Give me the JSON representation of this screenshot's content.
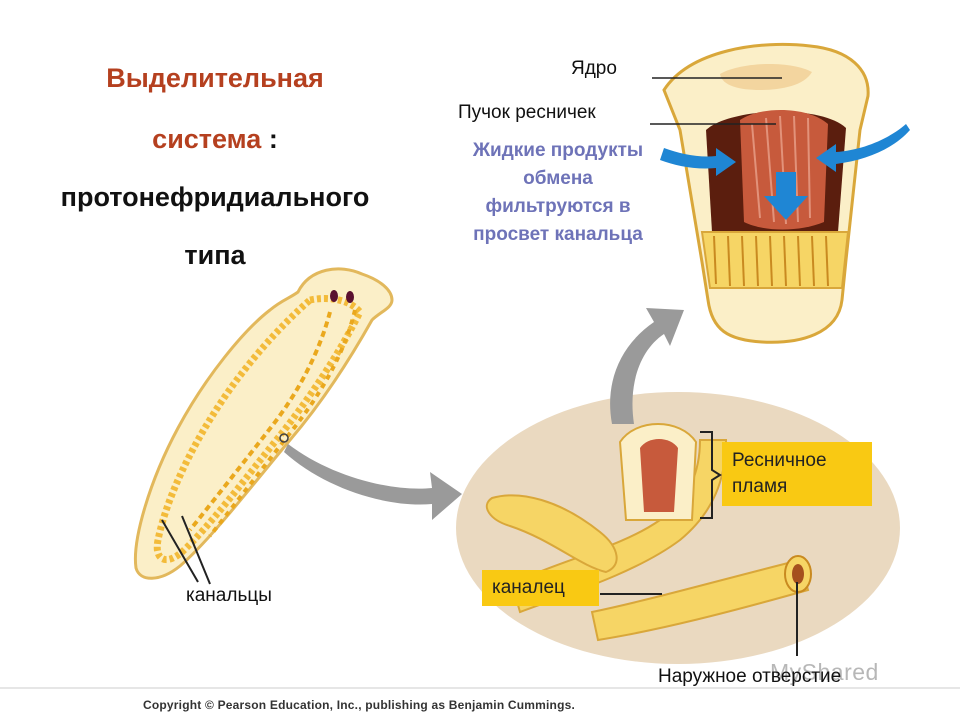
{
  "title": {
    "line1": "Выделительная",
    "line2_main": "система",
    "line2_suffix": " :",
    "line3": "протонефридиального",
    "line4": "типа"
  },
  "labels": {
    "nucleus": "Ядро",
    "cilia_bundle": "Пучок ресничек",
    "canals": "канальцы",
    "flame": "Ресничное пламя",
    "canal": "каналец",
    "pore": "Наружное отверстие"
  },
  "caption": "Жидкие продукты обмена фильтруются в просвет канальца",
  "copyright": "Copyright © Pearson Education, Inc., publishing as Benjamin Cummings.",
  "watermark": "MyShared",
  "colors": {
    "title_red": "#b5401f",
    "caption_blue": "#6e73b8",
    "label_box": "#f9c913",
    "tissue_yellow": "#f6d565",
    "cytoplasm": "#fbefc8",
    "cilia_red": "#c75a3c",
    "flow_blue": "#1f86d4",
    "oval_bg": "#ead9c0",
    "arrow_gray": "#9a9a9a"
  }
}
